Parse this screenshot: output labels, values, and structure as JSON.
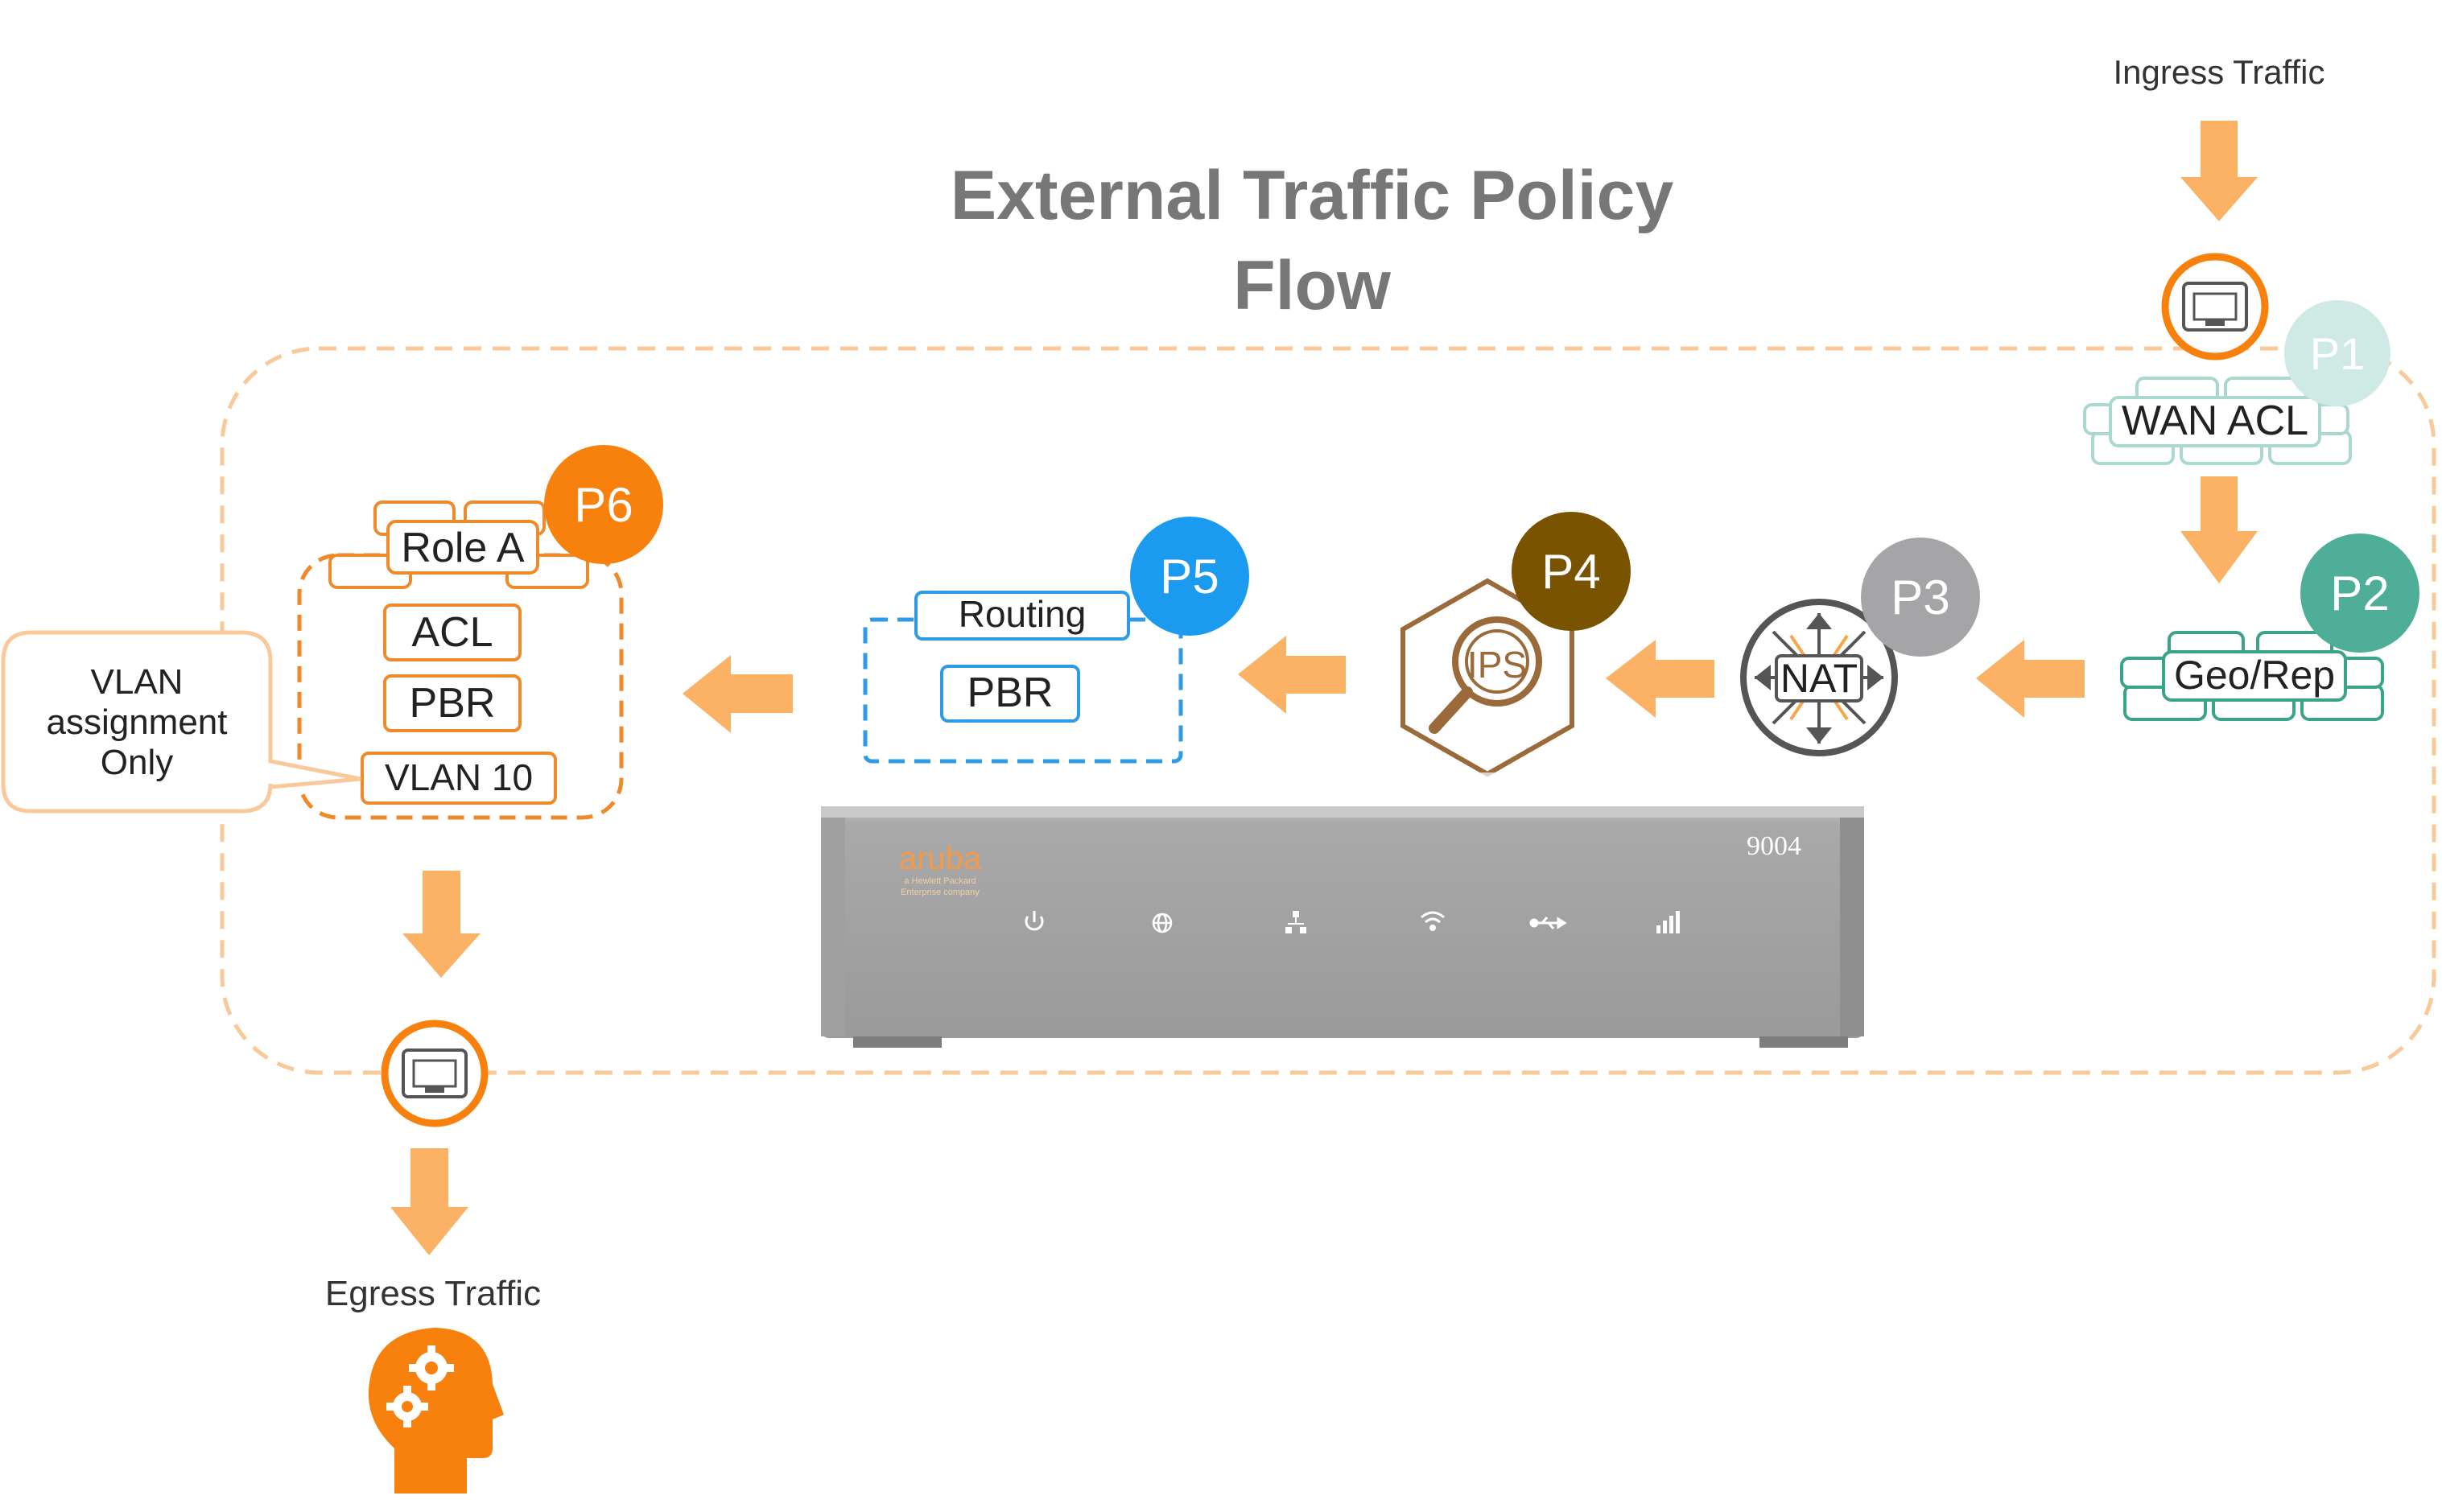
{
  "title": {
    "line1": "External Traffic Policy",
    "line2": "Flow"
  },
  "ingress": {
    "label": "Ingress Traffic"
  },
  "egress": {
    "label": "Egress Traffic"
  },
  "device": {
    "brand": "aruba",
    "tagline1": "a Hewlett Packard",
    "tagline2": "Enterprise company",
    "model": "9004"
  },
  "stages": {
    "p1": {
      "badge": "P1",
      "label": "WAN ACL",
      "color": "#cfe9e4",
      "accent": "#9fd4c9"
    },
    "p2": {
      "badge": "P2",
      "label": "Geo/Rep",
      "color": "#4fae97",
      "accent": "#2f9a80"
    },
    "p3": {
      "badge": "P3",
      "label": "NAT",
      "color": "#a5a5a8"
    },
    "p4": {
      "badge": "P4",
      "label": "IPS",
      "color": "#7a5300",
      "accent": "#9a6a3a"
    },
    "p5": {
      "badge": "P5",
      "labels": [
        "Routing",
        "PBR"
      ],
      "color": "#1a9bf0",
      "accent": "#2e9be6"
    },
    "p6": {
      "badge": "P6",
      "role": "Role A",
      "items": [
        "ACL",
        "PBR",
        "VLAN 10"
      ],
      "color": "#f7810c",
      "accent": "#ee8a2a"
    }
  },
  "callout": {
    "lines": [
      "VLAN",
      "assignment",
      "Only"
    ]
  },
  "colors": {
    "flow_arrow": "#fbb264",
    "boundary": "#f9c99a",
    "title": "#777777",
    "device_body": "#a7a7a7"
  }
}
